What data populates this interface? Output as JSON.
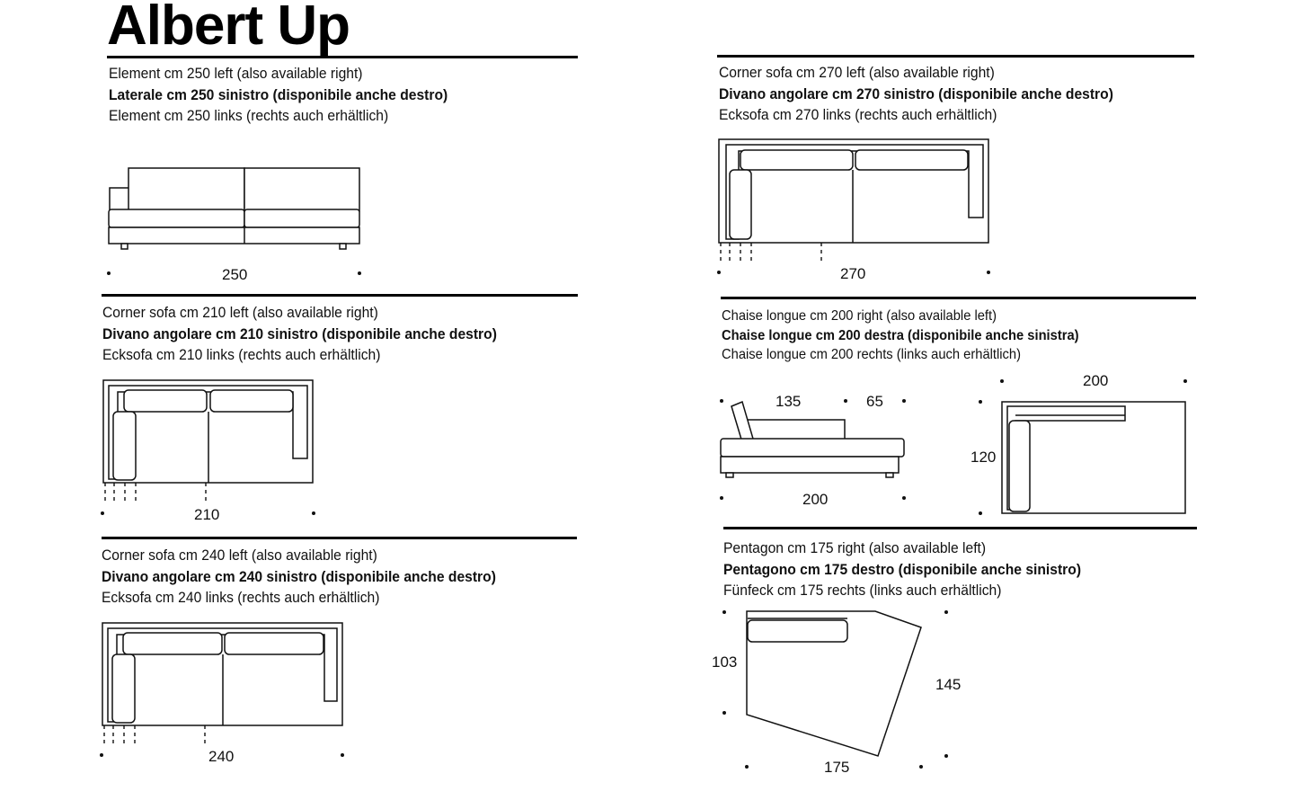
{
  "title": "Albert Up",
  "items": [
    {
      "en": "Element cm 250 left (also available right)",
      "it": "Laterale cm 250 sinistro (disponibile anche destro)",
      "de": "Element cm 250 links (rechts auch erhältlich)",
      "dims": [
        "250"
      ]
    },
    {
      "en": "Corner sofa cm 270 left (also available right)",
      "it": "Divano angolare cm 270 sinistro (disponibile anche destro)",
      "de": "Ecksofa cm 270 links (rechts auch erhältlich)",
      "dims": [
        "270"
      ]
    },
    {
      "en": "Corner sofa cm 210 left (also available right)",
      "it": "Divano angolare cm 210 sinistro (disponibile anche destro)",
      "de": "Ecksofa cm 210 links (rechts auch erhältlich)",
      "dims": [
        "210"
      ]
    },
    {
      "en": "Chaise longue cm 200 right (also available left)",
      "it": "Chaise longue cm 200 destra (disponibile anche sinistra)",
      "de": "Chaise longue cm 200 rechts (links auch erhältlich)",
      "dims": [
        "135",
        "65",
        "200",
        "200",
        "120"
      ]
    },
    {
      "en": "Corner sofa cm 240 left (also available right)",
      "it": "Divano angolare cm 240 sinistro (disponibile anche destro)",
      "de": "Ecksofa cm 240 links (rechts auch erhältlich)",
      "dims": [
        "240"
      ]
    },
    {
      "en": "Pentagon cm 175 right (also available left)",
      "it": "Pentagono cm 175 destro (disponibile anche sinistro)",
      "de": "Fünfeck cm 175 rechts (links auch erhältlich)",
      "dims": [
        "103",
        "145",
        "175"
      ]
    }
  ]
}
